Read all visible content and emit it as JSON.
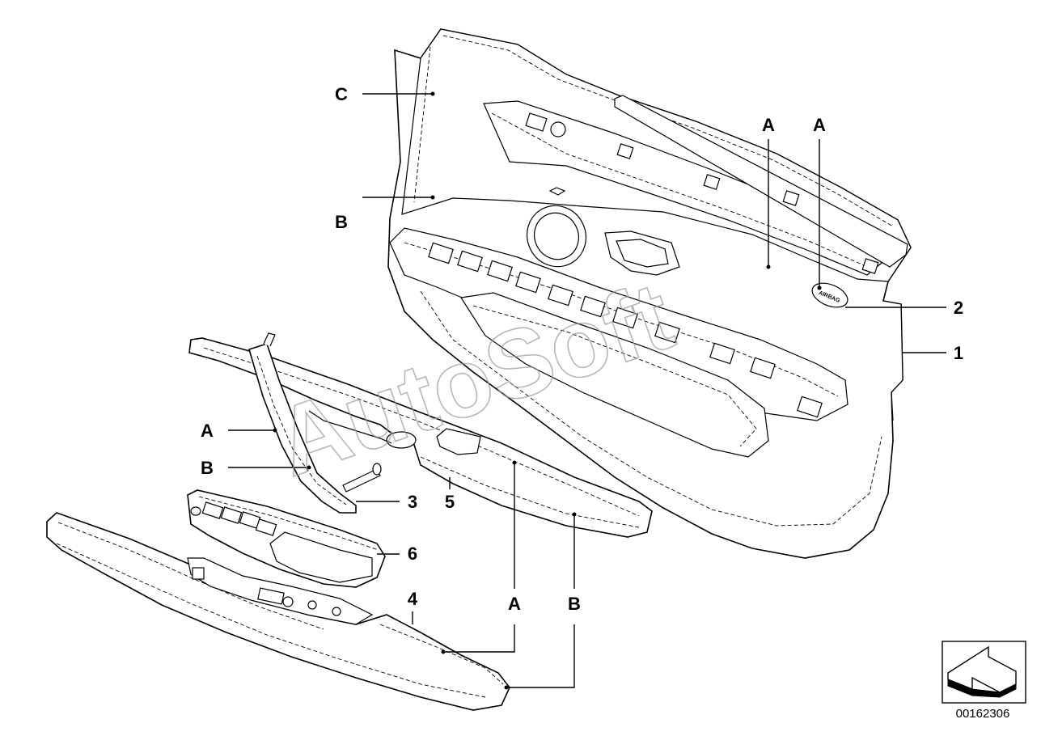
{
  "diagram": {
    "callouts": {
      "c_top": "C",
      "b_top": "B",
      "a_panel_1": "A",
      "a_panel_2": "A",
      "n2": "2",
      "n1": "1",
      "a_handle": "A",
      "b_handle": "B",
      "n3": "3",
      "n5": "5",
      "n6": "6",
      "n4": "4",
      "a_bottom": "A",
      "b_bottom": "B"
    },
    "airbag_label": "AIRBAG",
    "watermark": "AutoSoft",
    "diagram_code": "00162306"
  }
}
